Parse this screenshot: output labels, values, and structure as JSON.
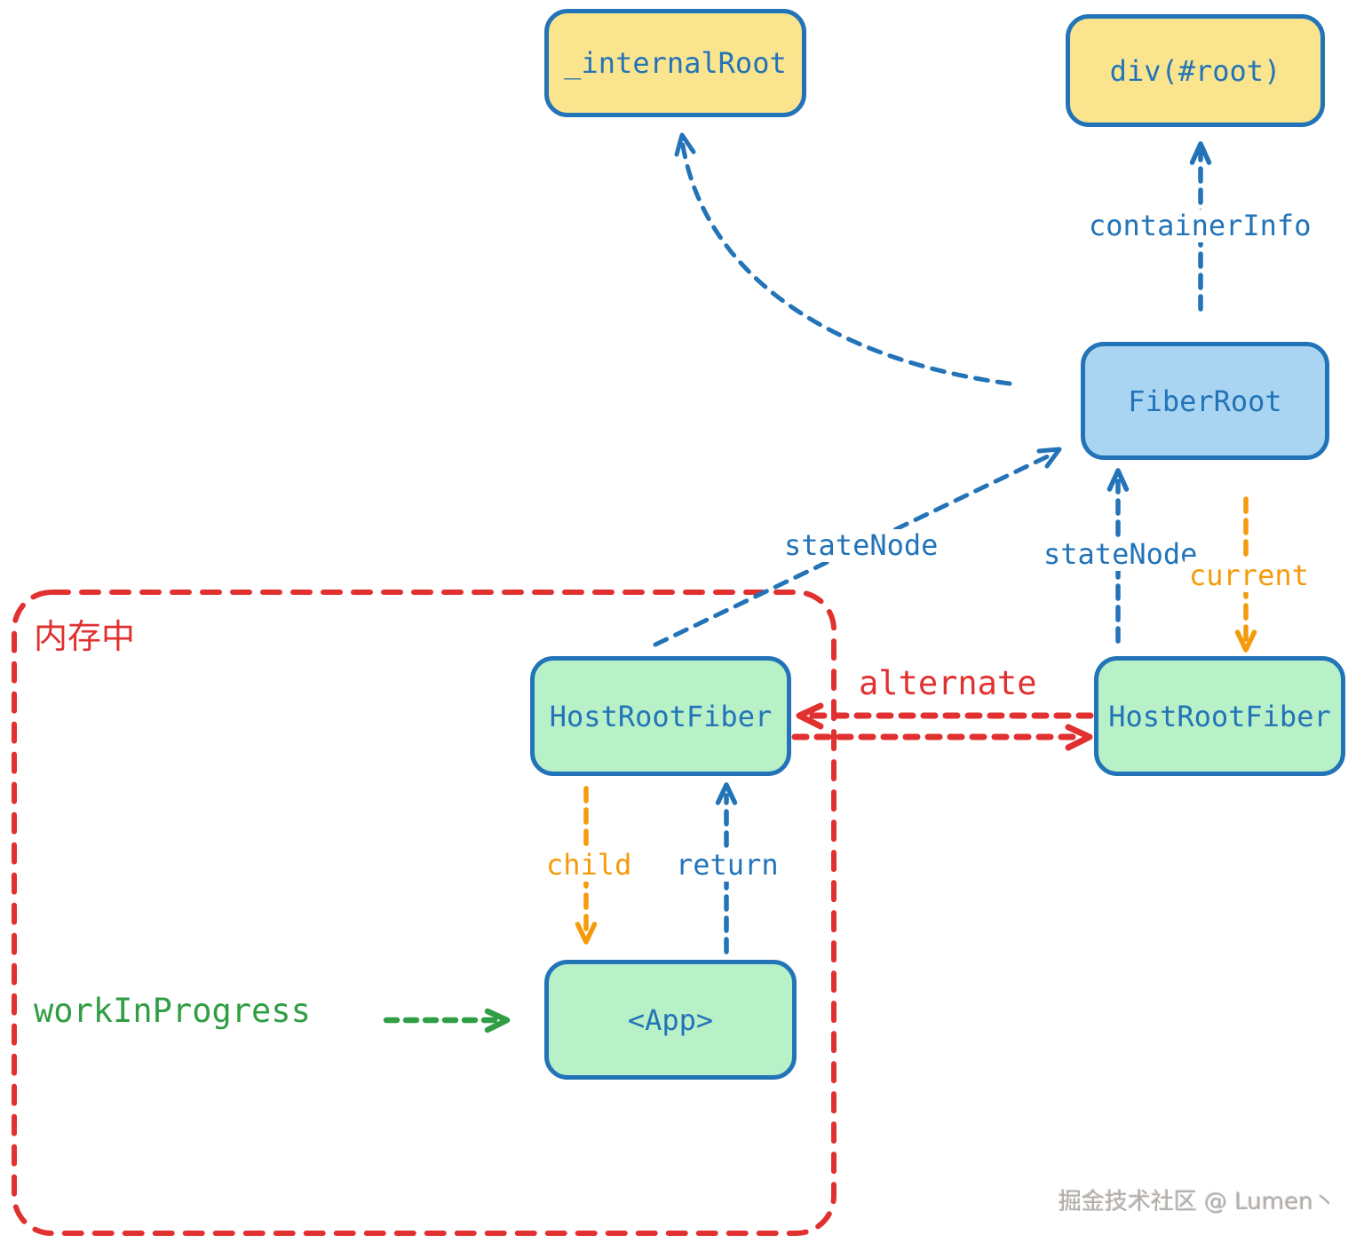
{
  "diagram": {
    "nodes": {
      "internal_root": {
        "label": "_internalRoot"
      },
      "div_root": {
        "label": "div(#root)"
      },
      "fiber_root": {
        "label": "FiberRoot"
      },
      "host_root_fiber_current": {
        "label": "HostRootFiber"
      },
      "host_root_fiber_wip": {
        "label": "HostRootFiber"
      },
      "app": {
        "label": "<App>"
      }
    },
    "edges": {
      "container_info": {
        "label": "containerInfo"
      },
      "state_node_left": {
        "label": "stateNode"
      },
      "state_node_right": {
        "label": "stateNode"
      },
      "current": {
        "label": "current"
      },
      "alternate": {
        "label": "alternate"
      },
      "child": {
        "label": "child"
      },
      "return": {
        "label": "return"
      },
      "work_in_progress": {
        "label": "workInProgress"
      }
    },
    "regions": {
      "memory": {
        "label": "内存中"
      }
    },
    "watermark": "掘金技术社区 @ Lumen丶",
    "colors": {
      "node_border_blue": "#2273b8",
      "node_fill_yellow": "#fae58e",
      "node_fill_blue": "#a9d5f2",
      "node_fill_green": "#b8f0c8",
      "arrow_blue": "#2273b8",
      "arrow_orange": "#f49b0b",
      "arrow_red": "#e13030",
      "arrow_green": "#2f9e44"
    }
  }
}
